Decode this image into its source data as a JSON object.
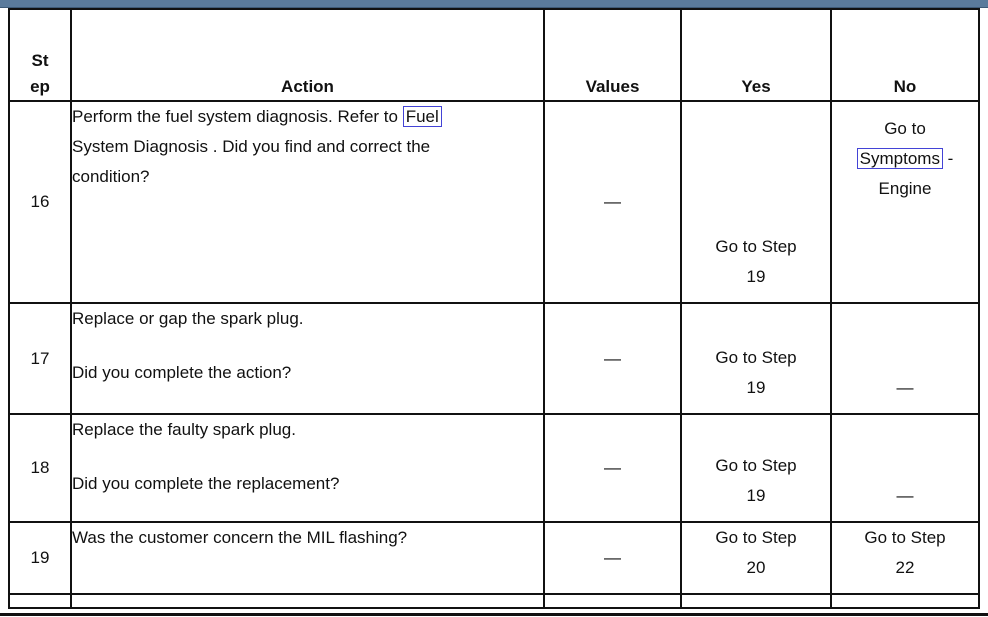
{
  "meta": {
    "top_bar_color": "#5b7b9c",
    "link_box_color": "#4343d6"
  },
  "header": {
    "step": [
      "St",
      "ep"
    ],
    "action": "Action",
    "values": "Values",
    "yes": "Yes",
    "no": "No"
  },
  "rows": [
    {
      "step": "16",
      "action_line1_pre": "Perform the fuel system diagnosis. Refer to ",
      "action_link": "Fuel",
      "action_line2": "System Diagnosis . Did you find and correct the",
      "action_line3": "condition?",
      "values": "—",
      "yes_line1": "Go to Step",
      "yes_line2": "19",
      "no_line1": "Go to",
      "no_line2_link": "Symptoms",
      "no_line2_after": " -",
      "no_line3": "Engine"
    },
    {
      "step": "17",
      "action_line1": "Replace or gap the spark plug.",
      "action_line2": "Did you complete the action?",
      "values": "—",
      "yes_line1": "Go to Step",
      "yes_line2": "19",
      "no": "—"
    },
    {
      "step": "18",
      "action_line1": "Replace the faulty spark plug.",
      "action_line2": "Did you complete the replacement?",
      "values": "—",
      "yes_line1": "Go to Step",
      "yes_line2": "19",
      "no": "—"
    },
    {
      "step": "19",
      "action_line1": "Was the customer concern the MIL flashing?",
      "values": "—",
      "yes_line1": "Go to Step",
      "yes_line2": "20",
      "no_line1": "Go to Step",
      "no_line2": "22"
    }
  ]
}
